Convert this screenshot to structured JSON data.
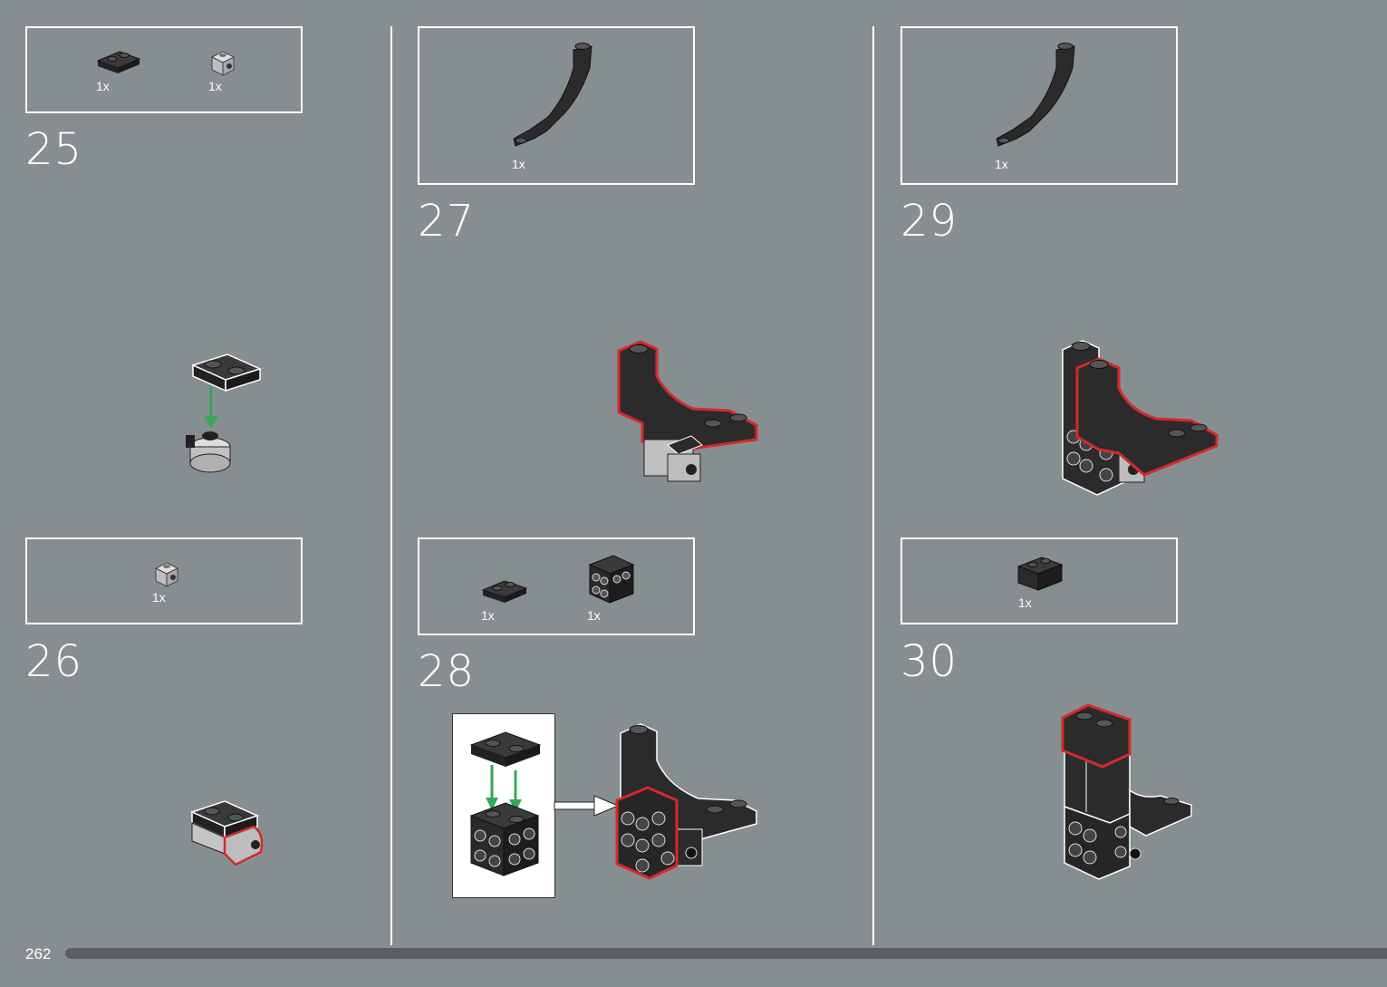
{
  "page_number": "262",
  "steps": [
    {
      "number": "25",
      "parts": [
        {
          "qty": "1x",
          "icon": "plate-1x2-black"
        },
        {
          "qty": "1x",
          "icon": "brick-1x1-round-stud-light-gray"
        }
      ]
    },
    {
      "number": "26",
      "parts": [
        {
          "qty": "1x",
          "icon": "brick-1x1-stud-light-gray"
        }
      ]
    },
    {
      "number": "27",
      "parts": [
        {
          "qty": "1x",
          "icon": "arch-curved-black"
        }
      ]
    },
    {
      "number": "28",
      "parts": [
        {
          "qty": "1x",
          "icon": "plate-1x2-black"
        },
        {
          "qty": "1x",
          "icon": "brick-2x2-studs-sides-black"
        }
      ]
    },
    {
      "number": "29",
      "parts": [
        {
          "qty": "1x",
          "icon": "arch-curved-black"
        }
      ]
    },
    {
      "number": "30",
      "parts": [
        {
          "qty": "1x",
          "icon": "brick-1x2-black"
        }
      ]
    }
  ],
  "colors": {
    "background": "#878e92",
    "lines": "#ffffff",
    "brick_black": "#2b2b2b",
    "brick_gray": "#c8c8c8",
    "highlight": "#d42a2a",
    "arrow_green": "#3aa655",
    "progress_track": "#5a5e61"
  }
}
